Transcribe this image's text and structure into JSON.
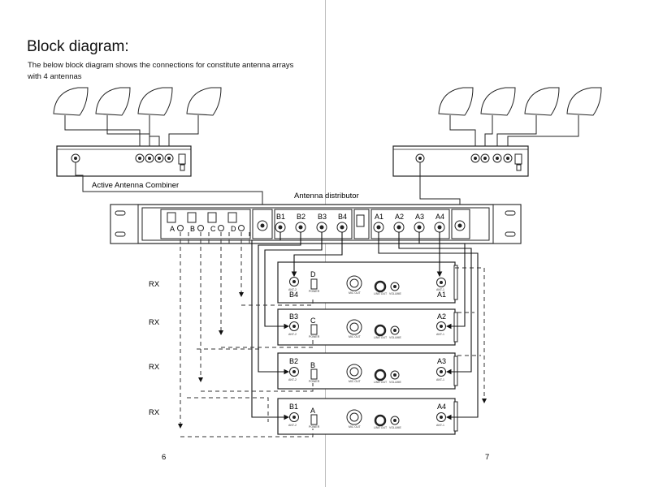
{
  "title": "Block diagram:",
  "intro": "The below block diagram shows the connections for constitute antenna arrays with 4 antennas",
  "labels": {
    "combiner": "Active  Antenna Combiner",
    "distributor": "Antenna distributor",
    "rx": "RX"
  },
  "distributor_ports": {
    "left_group": [
      "A",
      "B",
      "C",
      "D"
    ],
    "b_outputs": [
      "B1",
      "B2",
      "B3",
      "B4"
    ],
    "a_outputs": [
      "A1",
      "A2",
      "A3",
      "A4"
    ]
  },
  "receivers": [
    {
      "letter": "D",
      "left_port": "B4",
      "right_port": "A1"
    },
    {
      "letter": "C",
      "left_port": "B3",
      "right_port": "A2"
    },
    {
      "letter": "B",
      "left_port": "B2",
      "right_port": "A3"
    },
    {
      "letter": "A",
      "left_port": "B1",
      "right_port": "A4"
    }
  ],
  "receiver_small": {
    "ant2": "ANT-2",
    "ant1": "ANT-1",
    "power": "POWER",
    "mic_out": "MIC OUT",
    "line_out": "LINE OUT",
    "volume": "VOLUME"
  },
  "page_numbers": [
    "6",
    "7"
  ]
}
